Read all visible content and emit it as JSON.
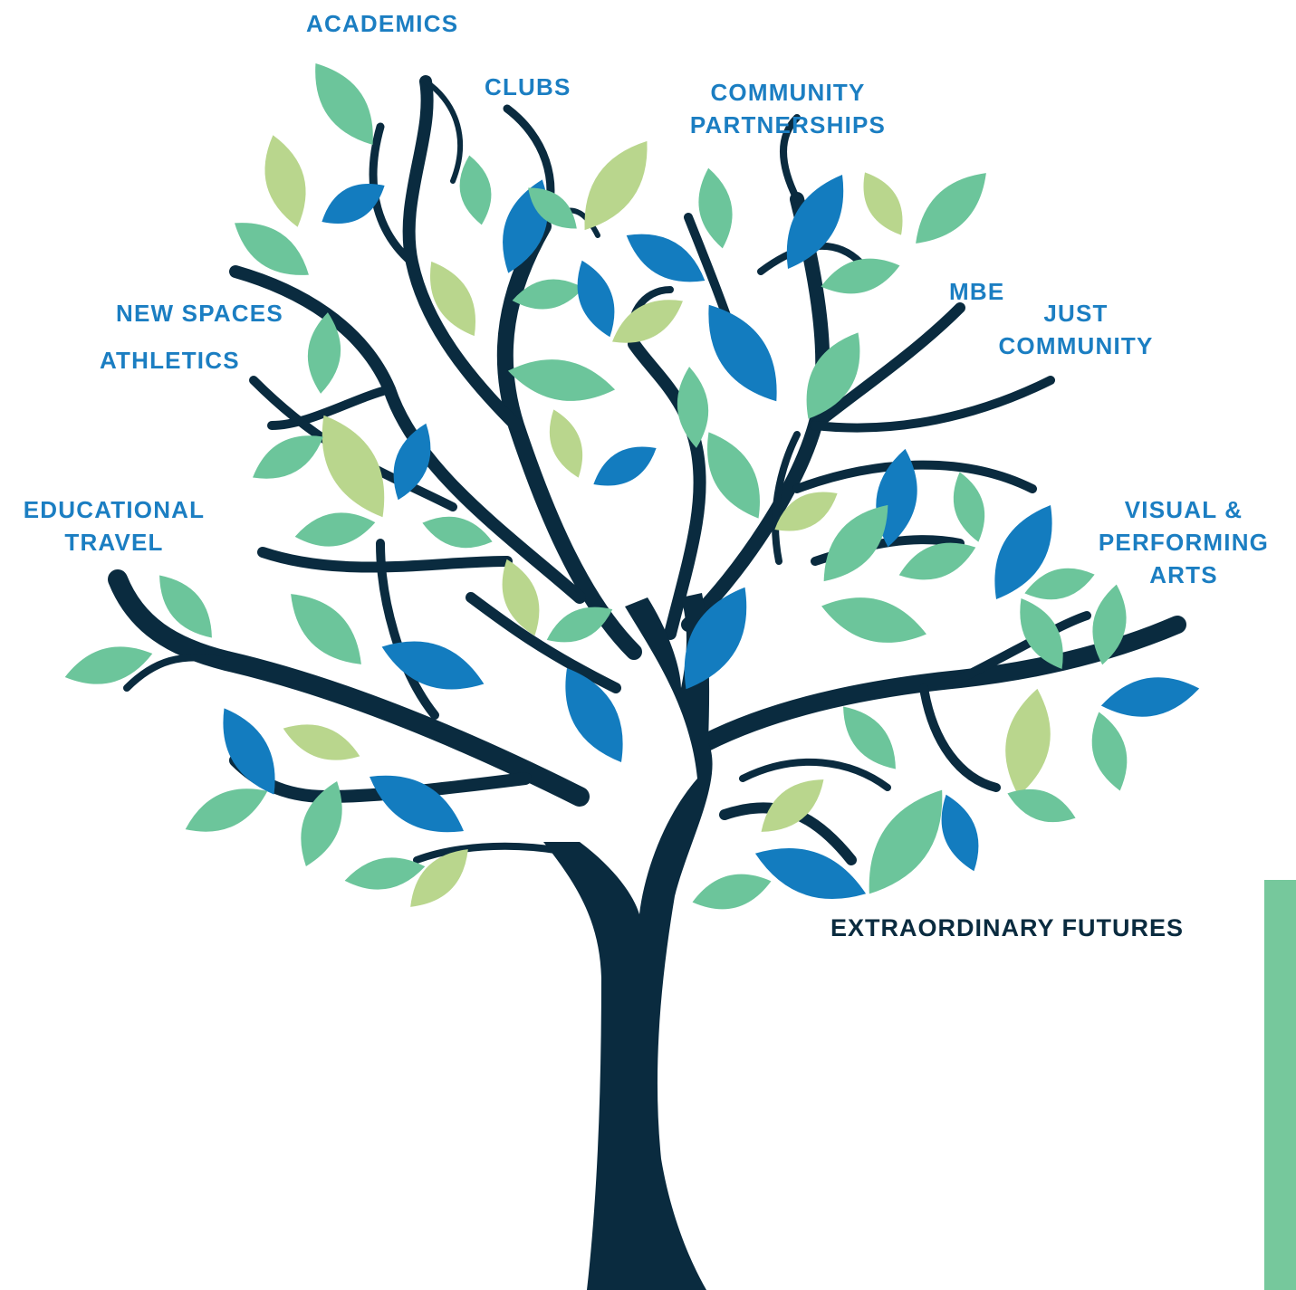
{
  "colors": {
    "trunk": "#0a2b3f",
    "label": "#1b7ec2",
    "leaf_blue": "#137cbf",
    "leaf_green": "#6cc59b",
    "leaf_lime": "#b9d68d",
    "accent_bar": "#76c89c"
  },
  "labels": [
    {
      "id": "academics",
      "lines": [
        "ACADEMICS"
      ]
    },
    {
      "id": "clubs",
      "lines": [
        "CLUBS"
      ]
    },
    {
      "id": "community-partnerships",
      "lines": [
        "COMMUNITY",
        "PARTNERSHIPS"
      ]
    },
    {
      "id": "mbe",
      "lines": [
        "MBE"
      ]
    },
    {
      "id": "just-community",
      "lines": [
        "JUST",
        "COMMUNITY"
      ]
    },
    {
      "id": "new-spaces",
      "lines": [
        "NEW SPACES"
      ]
    },
    {
      "id": "athletics",
      "lines": [
        "ATHLETICS"
      ]
    },
    {
      "id": "educational-travel",
      "lines": [
        "EDUCATIONAL",
        "TRAVEL"
      ]
    },
    {
      "id": "visual-performing-arts",
      "lines": [
        "VISUAL &",
        "PERFORMING",
        "ARTS"
      ]
    }
  ],
  "footer": {
    "text": "EXTRAORDINARY FUTURES"
  }
}
